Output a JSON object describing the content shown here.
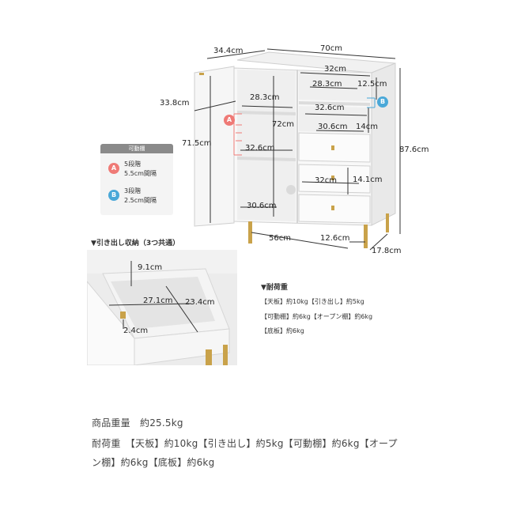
{
  "dimensions": {
    "depth_top": "34.4cm",
    "width_top": "70cm",
    "shelf_inner_width": "32cm",
    "right_top_width": "28.3cm",
    "right_top_height": "12.5cm",
    "right_shelf_width": "32.6cm",
    "right_drawer_depth": "30.6cm",
    "right_drawer_height": "14cm",
    "door_depth": "33.8cm",
    "left_shelf_width": "28.3cm",
    "inner_height": "72cm",
    "door_height": "71.5cm",
    "left_shelf_width2": "32.6cm",
    "total_height": "87.6cm",
    "drawer_width": "32cm",
    "drawer_height": "14.1cm",
    "left_bottom_depth": "30.6cm",
    "base_width": "56cm",
    "leg_width": "12.6cm",
    "leg_height": "17.8cm",
    "drawer_inner_height": "9.1cm",
    "drawer_inner_width": "27.1cm",
    "drawer_inner_depth": "23.4cm",
    "knob_size": "2.4cm"
  },
  "legend": {
    "header": "可動棚",
    "a_badge": "A",
    "a_line1": "5段階",
    "a_line2": "5.5cm間隔",
    "b_badge": "B",
    "b_line1": "3段階",
    "b_line2": "2.5cm間隔"
  },
  "badges": {
    "a": "A",
    "b": "B"
  },
  "drawer_section_title": "▼引き出し収納（3つ共通）",
  "load": {
    "title": "▼耐荷重",
    "line1": "【天板】約10kg【引き出し】約5kg",
    "line2": "【可動棚】約6kg【オープン棚】約6kg",
    "line3": "【底板】約6kg"
  },
  "footer": {
    "weight": "商品重量　約25.5kg",
    "load_line1": "耐荷重　【天板】約10kg【引き出し】約5kg【可動棚】約6kg【オープ",
    "load_line2": "ン棚】約6kg【底板】約6kg"
  },
  "colors": {
    "badge_a": "#ef7a76",
    "badge_b": "#4aa8d8",
    "cabinet": "#f7f7f7",
    "gold": "#c9a24a"
  }
}
